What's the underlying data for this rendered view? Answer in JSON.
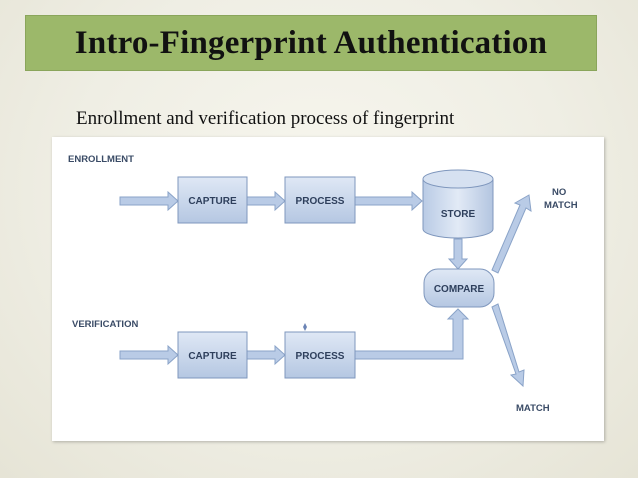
{
  "slide": {
    "title": "Intro-Fingerprint Authentication",
    "subtitle": "Enrollment and verification process of fingerprint"
  },
  "diagram": {
    "labels": {
      "enrollment": "ENROLLMENT",
      "verification": "VERIFICATION",
      "no_match_line1": "NO",
      "no_match_line2": "MATCH",
      "match": "MATCH"
    },
    "nodes": {
      "enroll_capture": "CAPTURE",
      "enroll_process": "PROCESS",
      "store": "STORE",
      "compare": "COMPARE",
      "verify_capture": "CAPTURE",
      "verify_process": "PROCESS"
    }
  },
  "colors": {
    "title_bar": "#9cb86a",
    "box_fill": "#c4d3ea",
    "box_stroke": "#7f97bd",
    "arrow_fill": "#b9cbe6",
    "arrow_stroke": "#8aa3c8"
  }
}
